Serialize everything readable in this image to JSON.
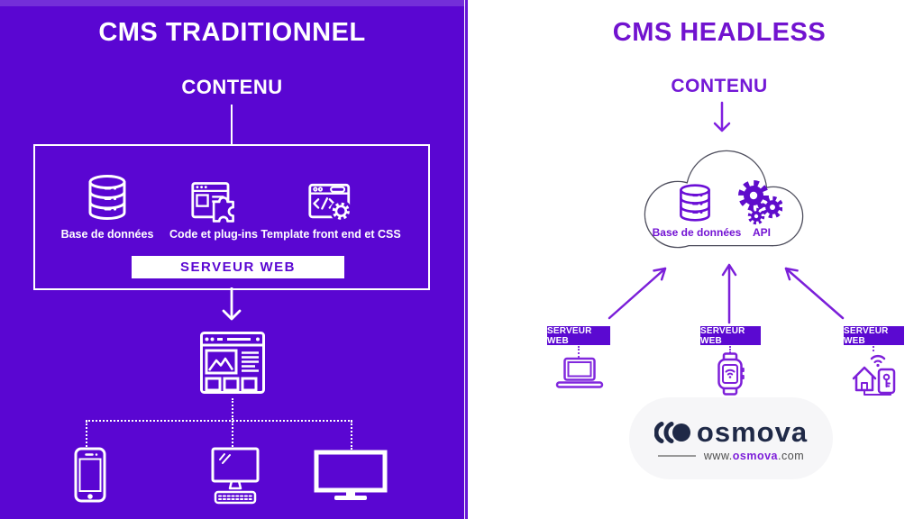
{
  "left_panel": {
    "title": "CMS TRADITIONNEL",
    "content_label": "CONTENU",
    "components": [
      {
        "label": "Base de données",
        "icon": "database-icon"
      },
      {
        "label": "Code et plug-ins",
        "icon": "code-plugins-icon"
      },
      {
        "label": "Template front end et CSS",
        "icon": "template-css-icon"
      }
    ],
    "server_label": "SERVEUR WEB",
    "devices": [
      "smartphone",
      "desktop-computer",
      "monitor"
    ]
  },
  "right_panel": {
    "title": "CMS HEADLESS",
    "content_label": "CONTENU",
    "cloud": {
      "database_label": "Base de données",
      "api_label": "API"
    },
    "servers": [
      {
        "label": "SERVEUR WEB",
        "device": "laptop"
      },
      {
        "label": "SERVEUR WEB",
        "device": "smartwatch"
      },
      {
        "label": "SERVEUR WEB",
        "device": "smart-home"
      }
    ]
  },
  "branding": {
    "name": "osmova",
    "url_www": "www.",
    "url_name": "osmova",
    "url_tld": ".com"
  },
  "colors": {
    "left_background": "#5a06d2",
    "title_purple": "#7113cf",
    "badge_purple": "#5b09d1",
    "arrow_purple": "#7b1fd9",
    "icon_purple": "#7d1fd9",
    "cloud_outline": "#4d4d5c",
    "brand_navy": "#1f2947",
    "white": "#ffffff"
  }
}
